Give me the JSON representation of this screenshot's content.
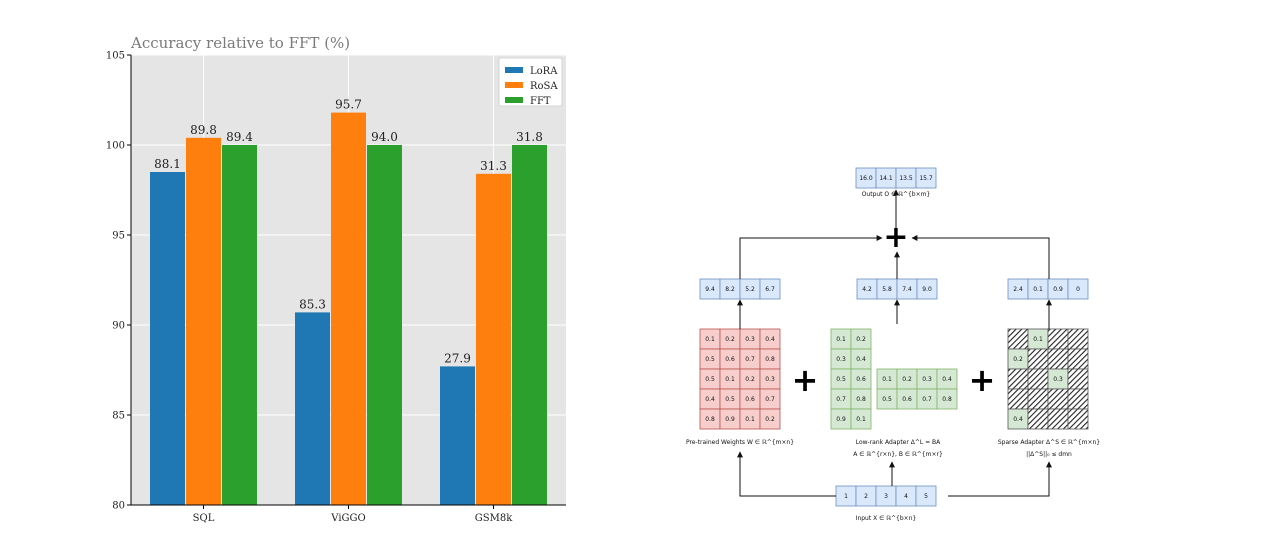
{
  "chart_data": {
    "type": "bar",
    "title": "Accuracy relative to FFT (%)",
    "categories": [
      "SQL",
      "ViGGO",
      "GSM8k"
    ],
    "series": [
      {
        "name": "LoRA",
        "color": "#1f77b4",
        "values": [
          98.5,
          90.7,
          87.7
        ],
        "labels": [
          "88.1",
          "85.3",
          "27.9"
        ]
      },
      {
        "name": "RoSA",
        "color": "#ff7f0e",
        "values": [
          100.4,
          101.8,
          98.4
        ],
        "labels": [
          "89.8",
          "95.7",
          "31.3"
        ]
      },
      {
        "name": "FFT",
        "color": "#2ca02c",
        "values": [
          100.0,
          100.0,
          100.0
        ],
        "labels": [
          "89.4",
          "94.0",
          "31.8"
        ]
      }
    ],
    "yticks": [
      "80",
      "85",
      "90",
      "95",
      "100",
      "105"
    ],
    "ylim": [
      80,
      105
    ],
    "xlabel": "",
    "ylabel": "",
    "grid": true,
    "legend_position": "top-right"
  },
  "diagram": {
    "output": {
      "values": [
        "16.0",
        "14.1",
        "13.5",
        "15.7"
      ],
      "caption": "Output O ∈ ℝ^{b×m}"
    },
    "left_vec": [
      "9.4",
      "8.2",
      "5.2",
      "6.7"
    ],
    "mid_vec": [
      "4.2",
      "5.8",
      "7.4",
      "9.0"
    ],
    "right_vec": [
      "2.4",
      "0.1",
      "0.9",
      "0"
    ],
    "W": [
      [
        "0.1",
        "0.2",
        "0.3",
        "0.4"
      ],
      [
        "0.5",
        "0.6",
        "0.7",
        "0.8"
      ],
      [
        "0.5",
        "0.1",
        "0.2",
        "0.3"
      ],
      [
        "0.4",
        "0.5",
        "0.6",
        "0.7"
      ],
      [
        "0.8",
        "0.9",
        "0.1",
        "0.2"
      ]
    ],
    "B": [
      [
        "0.1",
        "0.2"
      ],
      [
        "0.3",
        "0.4"
      ],
      [
        "0.5",
        "0.6"
      ],
      [
        "0.7",
        "0.8"
      ],
      [
        "0.9",
        "0.1"
      ]
    ],
    "A": [
      [
        "0.1",
        "0.2",
        "0.3",
        "0.4"
      ],
      [
        "0.5",
        "0.6",
        "0.7",
        "0.8"
      ]
    ],
    "S": [
      [
        "",
        "0.1",
        "",
        ""
      ],
      [
        "0.2",
        "",
        "",
        ""
      ],
      [
        "",
        "",
        "0.3",
        ""
      ],
      [
        "",
        "",
        "",
        ""
      ],
      [
        "0.4",
        "",
        "",
        ""
      ]
    ],
    "input": {
      "values": [
        "1",
        "2",
        "3",
        "4",
        "5"
      ],
      "caption": "Input X ∈ ℝ^{b×n}"
    },
    "captions": {
      "pretrained": "Pre-trained Weights W ∈ ℝ^{m×n}",
      "lowrank": "Low-rank Adapter Δ^L = BA",
      "lowrank_sub": "A ∈ ℝ^{r×n}, B ∈ ℝ^{m×r}",
      "sparse": "Sparse Adapter Δ^S ∈ ℝ^{m×n}",
      "sparse_sub": "||Δ^S||₀ ≤ dmn"
    },
    "colors": {
      "blue_fill": "#dae8fc",
      "blue_stroke": "#6c8ebf",
      "red_fill": "#f8cecc",
      "red_stroke": "#b85450",
      "green_fill": "#d5e8d4",
      "green_stroke": "#82b366"
    }
  }
}
